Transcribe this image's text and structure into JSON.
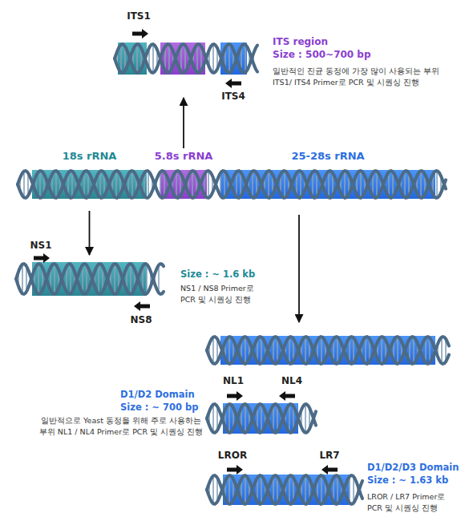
{
  "diagram": {
    "nodes": [
      {
        "text": [
          "ITS region",
          "Size : 500~700 bp",
          "일반적인 진균 동정에 가장 많이 사용되는 부위 ITS1/ ITS4 Primer로 PCR 및 시퀀싱 진행"
        ]
      },
      {
        "text": [
          "18s rRNA"
        ]
      },
      {
        "text": [
          "5.8s rRNA"
        ]
      },
      {
        "text": [
          "25-28s rRNA"
        ]
      },
      {
        "text": [
          "Size : ~ 1.6 kb",
          "NS1 / NS8 Primer로 PCR 및 시퀀싱 진행"
        ]
      },
      {
        "text": [
          "D1/D2 Domain",
          "Size : ~ 700 bp",
          "일반적으로 Yeast 동정을 위해 주로 사용하는 부위 NL1 / NL4 Primer로 PCR 및 시퀀싱 진행"
        ]
      },
      {
        "text": [
          "D1/D2/D3 Domain",
          "Size : ~ 1.63 kb",
          "LROR / LR7 Primer로 PCR 및 시퀀싱 진행"
        ]
      }
    ],
    "edges": [
      {
        "from": 2,
        "to": 0,
        "arrow": "to"
      },
      {
        "from": 1,
        "to": 4,
        "arrow": "to"
      }
    ],
    "labels": [
      "ITS1",
      "ITS4",
      "NS1",
      "NS8",
      "NL1",
      "NL4",
      "LROR",
      "LR7"
    ]
  }
}
